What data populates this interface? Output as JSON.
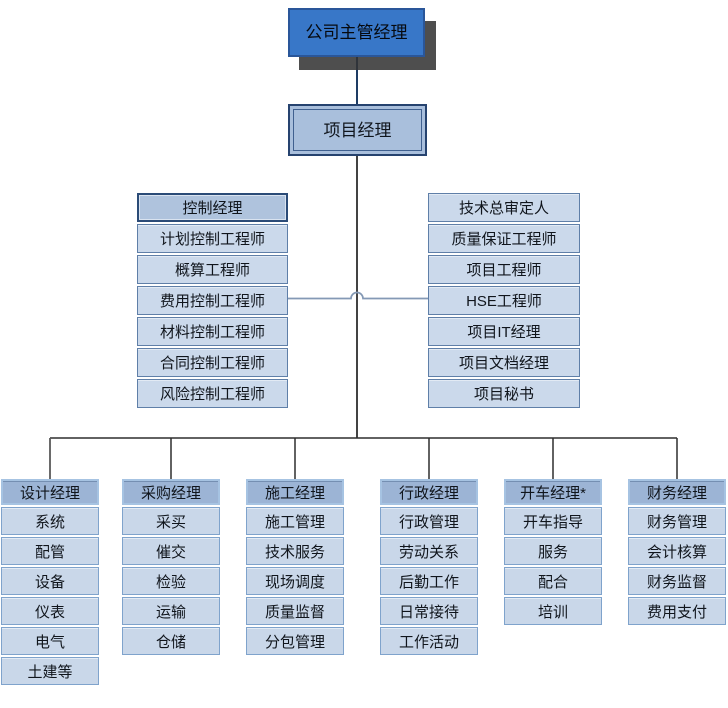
{
  "org": {
    "root_label": "公司主管经理",
    "project_manager_label": "项目经理",
    "control": {
      "header": "控制经理",
      "items": [
        "计划控制工程师",
        "概算工程师",
        "费用控制工程师",
        "材料控制工程师",
        "合同控制工程师",
        "风险控制工程师"
      ]
    },
    "staff": {
      "items": [
        "技术总审定人",
        "质量保证工程师",
        "项目工程师",
        "HSE工程师",
        "项目IT经理",
        "项目文档经理",
        "项目秘书"
      ]
    },
    "departments": [
      {
        "header": "设计经理",
        "items": [
          "系统",
          "配管",
          "设备",
          "仪表",
          "电气",
          "土建等"
        ]
      },
      {
        "header": "采购经理",
        "items": [
          "采买",
          "催交",
          "检验",
          "运输",
          "仓储"
        ]
      },
      {
        "header": "施工经理",
        "items": [
          "施工管理",
          "技术服务",
          "现场调度",
          "质量监督",
          "分包管理"
        ]
      },
      {
        "header": "行政经理",
        "items": [
          "行政管理",
          "劳动关系",
          "后勤工作",
          "日常接待",
          "工作活动"
        ]
      },
      {
        "header": "开车经理*",
        "items": [
          "开车指导",
          "服务",
          "配合",
          "培训"
        ]
      },
      {
        "header": "财务经理",
        "items": [
          "财务管理",
          "会计核算",
          "财务监督",
          "费用支付"
        ]
      }
    ],
    "colors": {
      "root_fill": "#3877C8",
      "root_border": "#2A5699",
      "root_shadow": "#343434",
      "pm_fill": "#A9BFDC",
      "dark_border": "#26436F",
      "mid_item_fill": "#CBD9EB",
      "mid_item_border": "#5F7FA8",
      "dept_header_fill": "#9CB4D5",
      "dept_header_border": "#A6C3E2",
      "dept_item_fill": "#C9D7E9",
      "dept_item_border": "#7FA3CC",
      "connector_dark": "#1C1C1C",
      "connector_navy": "#1E3C64",
      "connector_light": "#8499B5"
    }
  }
}
